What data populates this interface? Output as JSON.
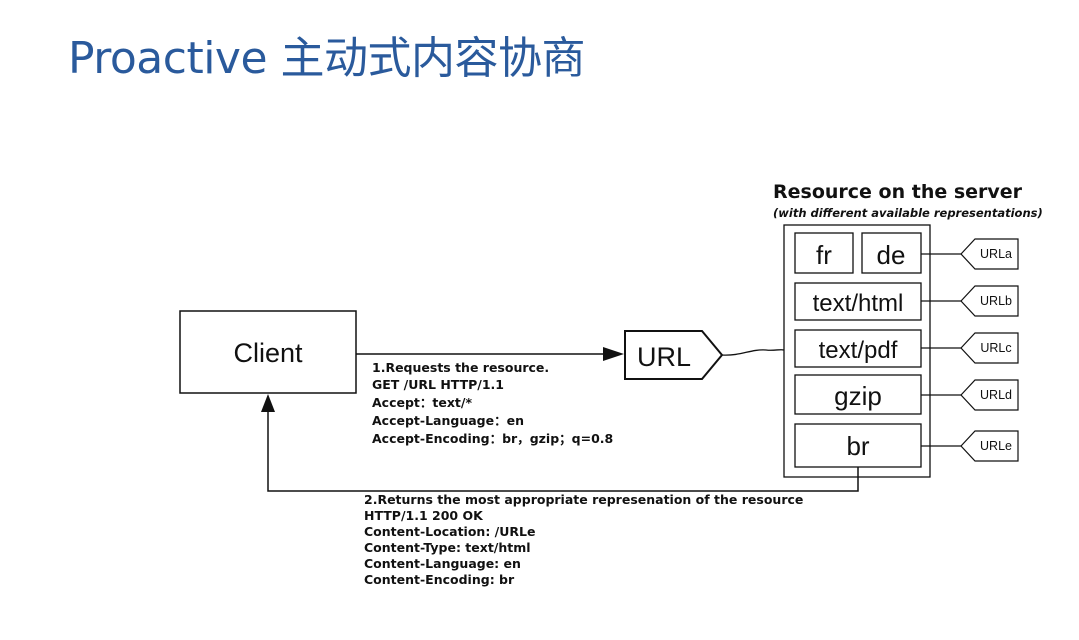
{
  "slide": {
    "title": "Proactive 主动式内容协商"
  },
  "diagram": {
    "client_label": "Client",
    "url_label": "URL",
    "server": {
      "heading": "Resource on the server",
      "subheading": "(with different available representations)",
      "representations": [
        "fr",
        "de",
        "text/html",
        "text/pdf",
        "gzip",
        "br"
      ],
      "url_tags": [
        "URLa",
        "URLb",
        "URLc",
        "URLd",
        "URLe"
      ]
    },
    "request_lines": [
      "1.Requests the resource.",
      "GET /URL HTTP/1.1",
      "Accept：text/*",
      "Accept-Language：en",
      "Accept-Encoding：br，gzip；q=0.8"
    ],
    "response_lines": [
      "2.Returns the most appropriate represenation of the resource",
      "HTTP/1.1  200  OK",
      "Content-Location:  /URLe",
      "Content-Type:  text/html",
      "Content-Language:   en",
      "Content-Encoding:    br"
    ]
  }
}
